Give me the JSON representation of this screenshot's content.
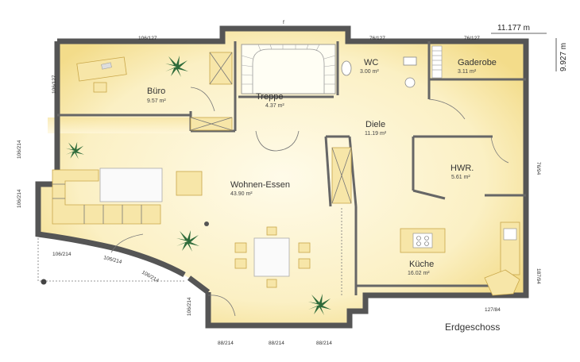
{
  "plan": {
    "title": "Erdgeschoss",
    "overall_width": "11.177 m",
    "overall_depth": "9.927 m",
    "colors": {
      "floor": "#fdf6d8",
      "wall": "#555555",
      "glow": "#f6e29a",
      "furniture": "#f7e6a8",
      "plant": "#2e6b3a"
    },
    "rooms": {
      "buero": {
        "name": "Büro",
        "area": "9.57 m²"
      },
      "treppe": {
        "name": "Treppe",
        "area": "4.37 m²"
      },
      "wc": {
        "name": "WC",
        "area": "3.00 m²"
      },
      "gaderobe": {
        "name": "Gaderobe",
        "area": "3.11 m²"
      },
      "diele": {
        "name": "Diele",
        "area": "11.19 m²"
      },
      "hwr": {
        "name": "HWR.",
        "area": "5.61 m²"
      },
      "wohnen": {
        "name": "Wohnen-Essen",
        "area": "43.90 m²"
      },
      "kueche": {
        "name": "Küche",
        "area": "16.02 m²"
      }
    },
    "dims": {
      "top_buero": "106/127",
      "top_wc": "76/127",
      "top_gaderobe": "76/127",
      "left_buero": "106/127",
      "left_upper": "106/214",
      "left_lower": "106/214",
      "bay_1": "106/214",
      "bay_2": "106/214",
      "bay_3": "106/214",
      "right_hwr": "76/94",
      "right_kueche": "187/94",
      "bottom_kueche": "127/84",
      "bottom_left": "106/214",
      "bottom_1": "88/214",
      "bottom_2": "88/214",
      "bottom_3": "88/214",
      "top_marker": "f"
    }
  }
}
